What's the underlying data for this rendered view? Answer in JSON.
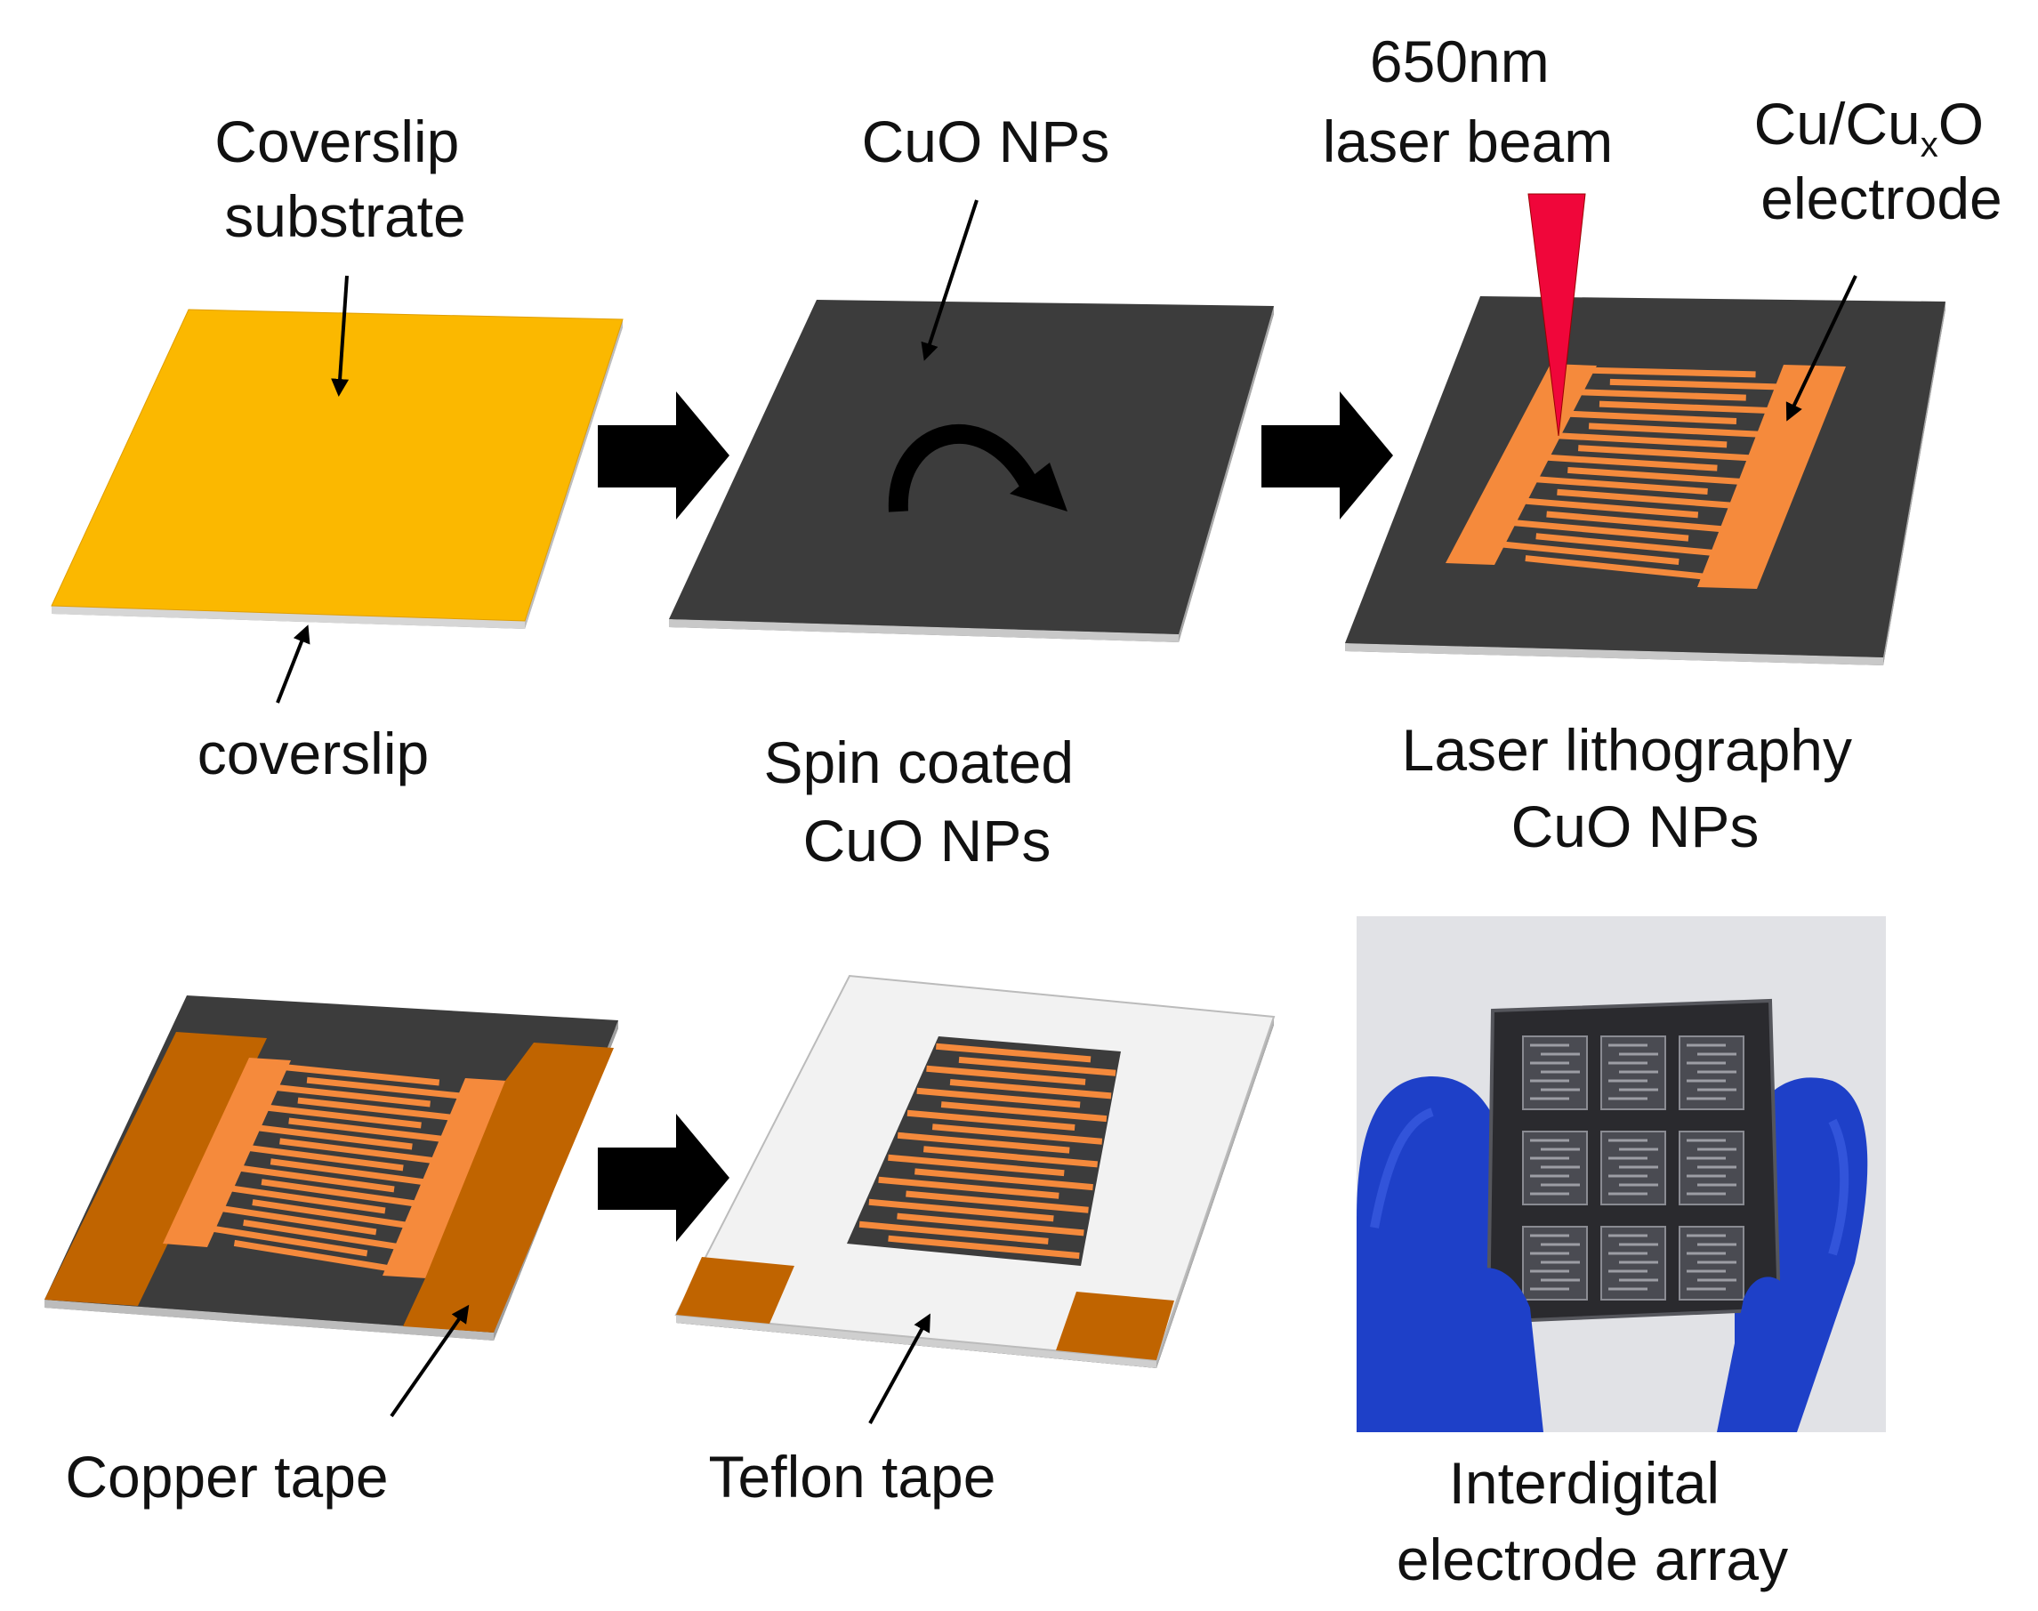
{
  "labels": {
    "coverslip_substrate": [
      "Coverslip",
      "substrate"
    ],
    "coverslip": "coverslip",
    "cuo_nps_top": "CuO NPs",
    "spin_coated": [
      "Spin coated",
      "CuO NPs"
    ],
    "laser_beam": [
      "650nm",
      "laser beam"
    ],
    "electrode": {
      "line1_a": "Cu/Cu",
      "line1_sub": "x",
      "line1_b": "O",
      "line2": "electrode"
    },
    "laser_lithography": [
      "Laser lithography",
      "CuO NPs"
    ],
    "copper_tape": "Copper  tape",
    "teflon_tape": "Teflon tape",
    "interdigital": [
      "Interdigital",
      "electrode array"
    ]
  },
  "colors": {
    "substrate_yellow": "#fbb800",
    "cuo_dark": "#3c3c3c",
    "electrode_orange": "#f58a3c",
    "copper_tape": "#c06400",
    "teflon": "#f2f2f2",
    "laser_red": "#f0063a",
    "glove_blue": "#1e40c8",
    "arrow_black": "#000000"
  },
  "icons": [
    "block-arrow-icon",
    "spin-arrow-icon",
    "laser-beam-icon",
    "pointer-arrow-icon"
  ]
}
